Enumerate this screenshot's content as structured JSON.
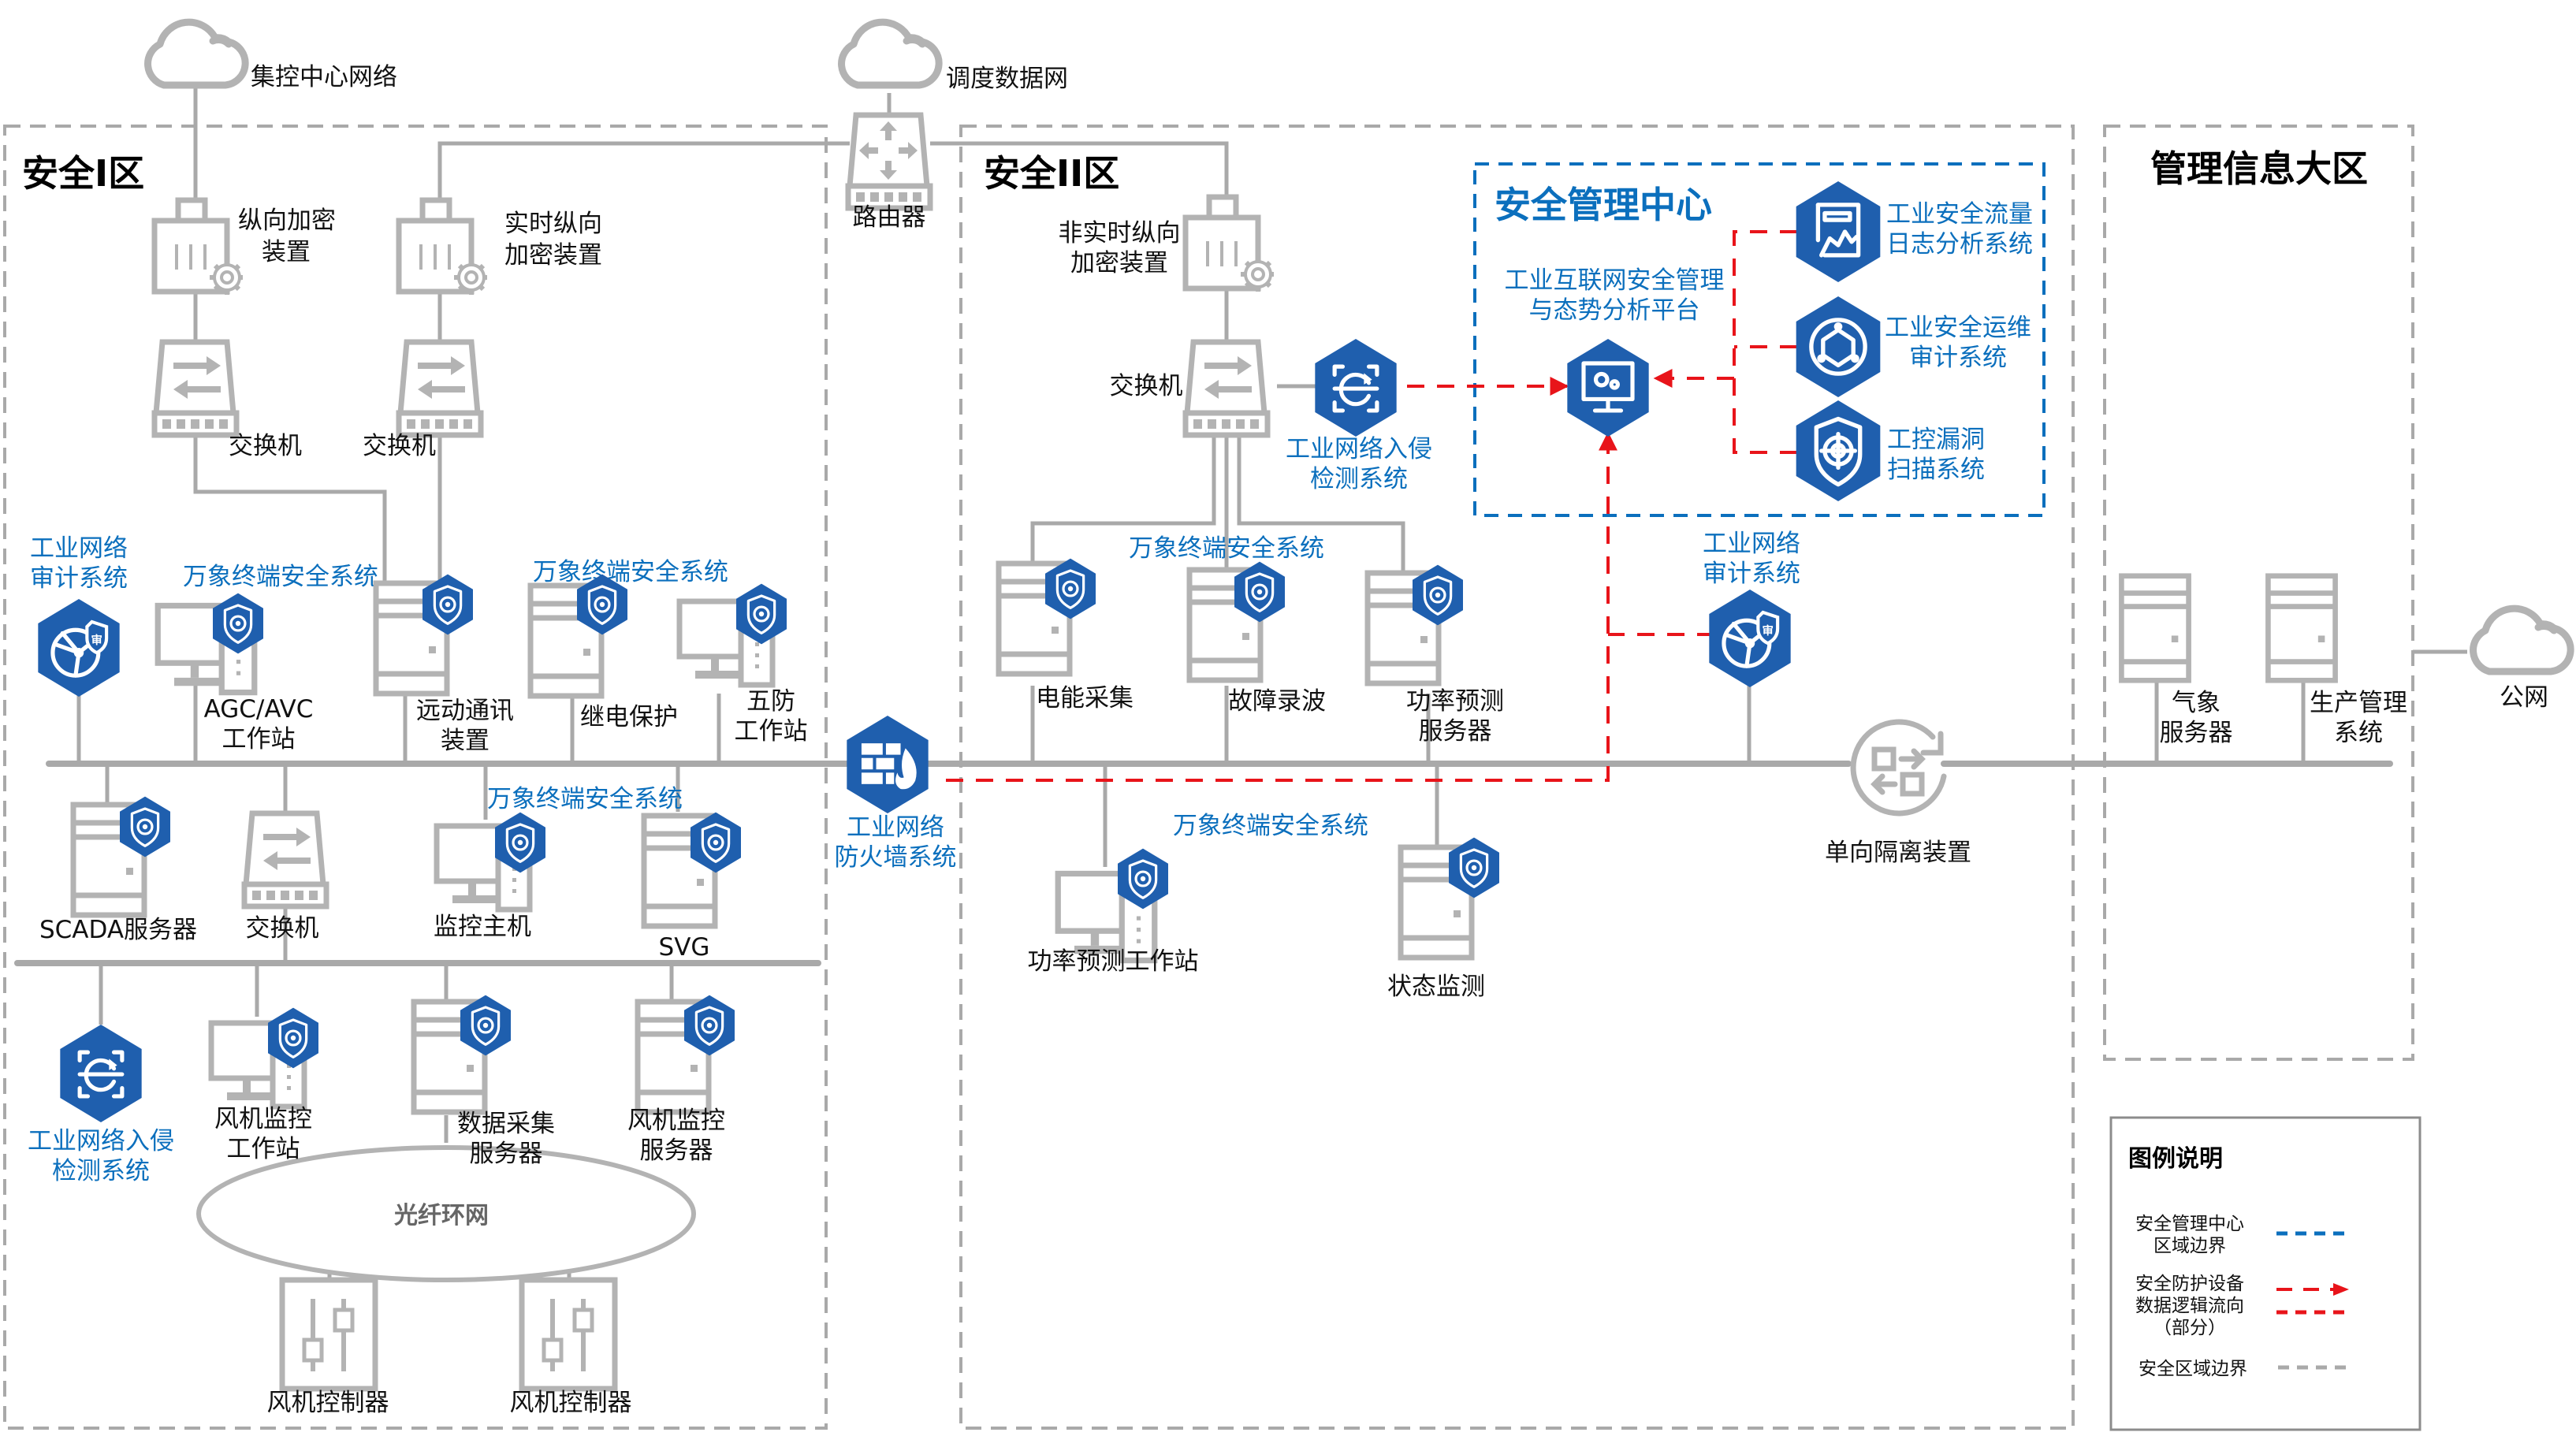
{
  "diagram": {
    "title": "工业互联网安全防护拓扑",
    "zones": {
      "zone1": {
        "title": "安全I区"
      },
      "zone2": {
        "title": "安全II区"
      },
      "mgmt": {
        "title": "管理信息大区"
      },
      "smc": {
        "title": "安全管理中心"
      }
    },
    "clouds": {
      "central": "集控中心网络",
      "dispatch": "调度数据网",
      "public": "公网"
    },
    "zone1_nodes": {
      "vertical_encrypt": [
        "纵向加密",
        "装置"
      ],
      "rt_vertical_encrypt": [
        "实时纵向",
        "加密装置"
      ],
      "switch_a": "交换机",
      "switch_b": "交换机",
      "audit": [
        "工业网络",
        "审计系统"
      ],
      "agc_terminal_label": "万象终端安全系统",
      "agc": [
        "AGC/AVC",
        "工作站"
      ],
      "remote_comm": [
        "远动通讯",
        "装置"
      ],
      "relay_terminal_label": "万象终端安全系统",
      "relay": "继电保护",
      "wufang": [
        "五防",
        "工作站"
      ],
      "scada": "SCADA服务器",
      "switch_c": "交换机",
      "monitor_terminal_label": "万象终端安全系统",
      "monitor_host": "监控主机",
      "svg": "SVG",
      "ids": [
        "工业网络入侵",
        "检测系统"
      ],
      "wind_station": [
        "风机监控",
        "工作站"
      ],
      "data_collect": [
        "数据采集",
        "服务器"
      ],
      "wind_server": [
        "风机监控",
        "服务器"
      ],
      "fiber_ring": "光纤环网",
      "wind_ctrl_1": "风机控制器",
      "wind_ctrl_2": "风机控制器"
    },
    "border_nodes": {
      "router": "路由器",
      "firewall": [
        "工业网络",
        "防火墙系统"
      ]
    },
    "zone2_nodes": {
      "nrt_encrypt": [
        "非实时纵向",
        "加密装置"
      ],
      "switch": "交换机",
      "ids": [
        "工业网络入侵",
        "检测系统"
      ],
      "terminal_label_top": "万象终端安全系统",
      "energy": "电能采集",
      "fault": "故障录波",
      "power_server": [
        "功率预测",
        "服务器"
      ],
      "terminal_label_bottom": "万象终端安全系统",
      "power_station": "功率预测工作站",
      "status": "状态监测",
      "audit": [
        "工业网络",
        "审计系统"
      ],
      "isolator": "单向隔离装置"
    },
    "smc_nodes": {
      "platform": [
        "工业互联网安全管理",
        "与态势分析平台"
      ],
      "traffic": [
        "工业安全流量",
        "日志分析系统"
      ],
      "ops_audit": [
        "工业安全运维",
        "审计系统"
      ],
      "vuln_scan": [
        "工控漏洞",
        "扫描系统"
      ]
    },
    "mgmt_nodes": {
      "weather": [
        "气象",
        "服务器"
      ],
      "production": [
        "生产管理",
        "系统"
      ]
    },
    "legend": {
      "title": "图例说明",
      "items": [
        {
          "label": [
            "安全管理中心",
            "区域边界"
          ],
          "style": "blue-dash",
          "color": "#0b6fbd"
        },
        {
          "label": [
            "安全防护设备",
            "数据逻辑流向",
            "（部分）"
          ],
          "style": "red-dash-arrow",
          "color": "#e8141a"
        },
        {
          "label": [
            "安全区域边界"
          ],
          "style": "gray-dash",
          "color": "#a9a9a9"
        }
      ]
    },
    "colors": {
      "device_gray": "#b3b3b3",
      "security_blue": "#1f5fae",
      "label_blue": "#0b6fbd",
      "flow_red": "#e8141a",
      "border_gray": "#a9a9a9"
    }
  }
}
